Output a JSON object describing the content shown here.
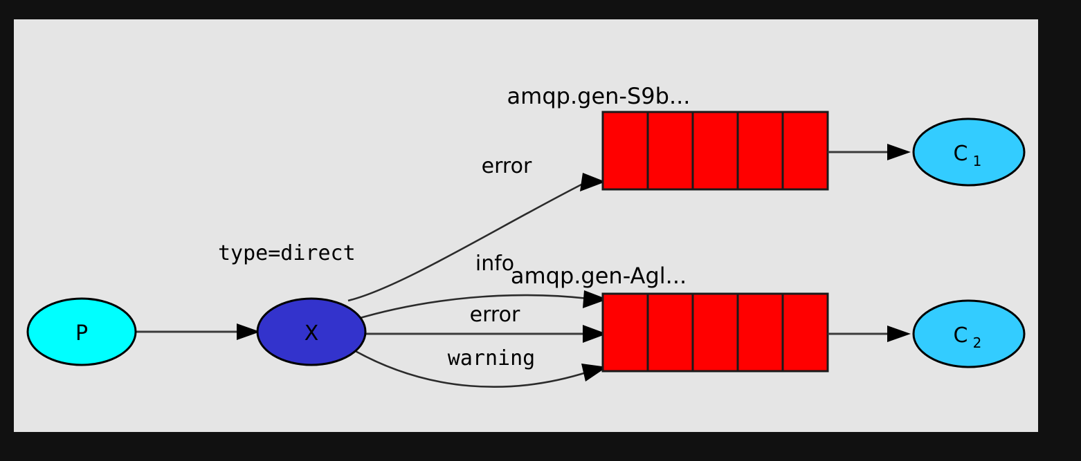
{
  "canvas": {
    "background_outer": "#111111",
    "background_inner": "#e5e5e5"
  },
  "nodes": {
    "producer": {
      "id": "P",
      "label": "P",
      "fill": "#00ffff",
      "shape": "ellipse"
    },
    "exchange": {
      "id": "X",
      "label": "X",
      "fill": "#3333cc",
      "shape": "ellipse",
      "attribute_label": "type=direct"
    },
    "consumer_1": {
      "id": "C1",
      "label": "C",
      "subscript": "1",
      "fill": "#33ccff",
      "shape": "ellipse"
    },
    "consumer_2": {
      "id": "C2",
      "label": "C",
      "subscript": "2",
      "fill": "#33ccff",
      "shape": "ellipse"
    }
  },
  "queues": [
    {
      "name": "amqp.gen-S9b...",
      "fill": "#ff0000",
      "cells": 5,
      "position": "top"
    },
    {
      "name": "amqp.gen-Agl...",
      "fill": "#ff0000",
      "cells": 5,
      "position": "bottom"
    }
  ],
  "edges": [
    {
      "from": "P",
      "to": "X",
      "label": "",
      "style": "straight"
    },
    {
      "from": "X",
      "to": "amqp.gen-S9b...",
      "label": "error",
      "style": "curve-up",
      "label_font": "sans"
    },
    {
      "from": "X",
      "to": "amqp.gen-Agl...",
      "label": "info",
      "style": "curve-slight-up",
      "label_font": "sans"
    },
    {
      "from": "X",
      "to": "amqp.gen-Agl...",
      "label": "error",
      "style": "straight",
      "label_font": "sans"
    },
    {
      "from": "X",
      "to": "amqp.gen-Agl...",
      "label": "warning",
      "style": "curve-down",
      "label_font": "mono"
    },
    {
      "from": "amqp.gen-S9b...",
      "to": "C1",
      "label": "",
      "style": "straight"
    },
    {
      "from": "amqp.gen-Agl...",
      "to": "C2",
      "label": "",
      "style": "straight"
    }
  ]
}
